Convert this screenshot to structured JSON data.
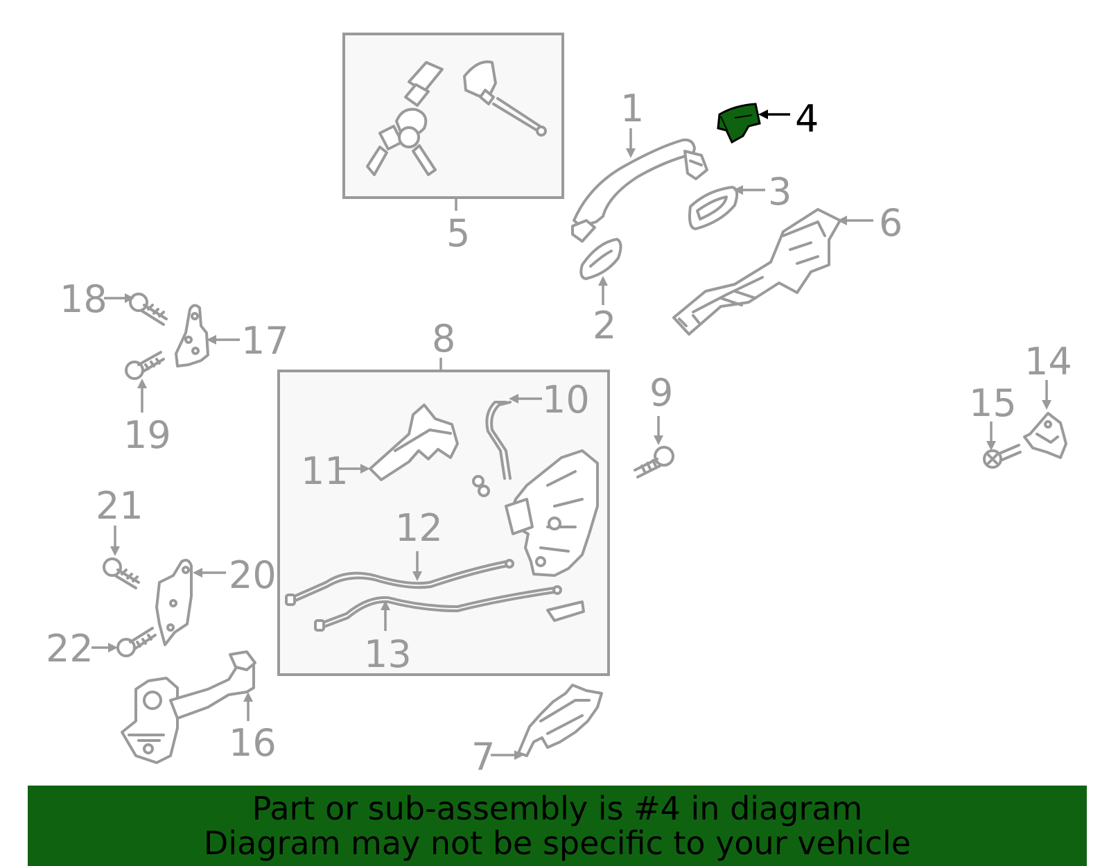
{
  "diagram": {
    "highlight_color": "#0f6310",
    "label_color": "#9a9a9a",
    "callouts": [
      {
        "id": "1",
        "text": "1"
      },
      {
        "id": "2",
        "text": "2"
      },
      {
        "id": "3",
        "text": "3"
      },
      {
        "id": "4",
        "text": "4",
        "highlighted": true
      },
      {
        "id": "5",
        "text": "5"
      },
      {
        "id": "6",
        "text": "6"
      },
      {
        "id": "7",
        "text": "7"
      },
      {
        "id": "8",
        "text": "8"
      },
      {
        "id": "9",
        "text": "9"
      },
      {
        "id": "10",
        "text": "10"
      },
      {
        "id": "11",
        "text": "11"
      },
      {
        "id": "12",
        "text": "12"
      },
      {
        "id": "13",
        "text": "13"
      },
      {
        "id": "14",
        "text": "14"
      },
      {
        "id": "15",
        "text": "15"
      },
      {
        "id": "16",
        "text": "16"
      },
      {
        "id": "17",
        "text": "17"
      },
      {
        "id": "18",
        "text": "18"
      },
      {
        "id": "19",
        "text": "19"
      },
      {
        "id": "20",
        "text": "20"
      },
      {
        "id": "21",
        "text": "21"
      },
      {
        "id": "22",
        "text": "22"
      }
    ]
  },
  "banner": {
    "color": "#0f6310",
    "line1": "Part or sub-assembly is #4 in diagram",
    "line2": "Diagram may not be specific to your vehicle"
  }
}
